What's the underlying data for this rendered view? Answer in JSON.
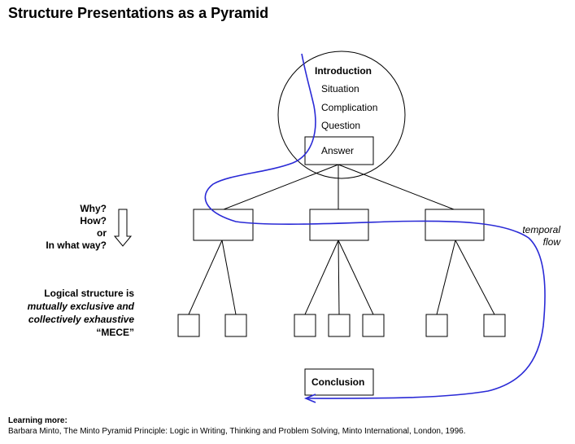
{
  "title": "Structure Presentations as a Pyramid",
  "intro": {
    "heading": "Introduction",
    "items": [
      "Situation",
      "Complication",
      "Question"
    ],
    "answer": "Answer"
  },
  "left_labels": {
    "questions": [
      "Why?",
      "How?",
      "or",
      "In what way?"
    ],
    "logic": {
      "heading": "Logical structure is",
      "lines": [
        "mutually exclusive and",
        "collectively exhaustive"
      ],
      "acronym": "“MECE”"
    }
  },
  "temporal": [
    "temporal",
    "flow"
  ],
  "conclusion": "Conclusion",
  "footer": {
    "label": "Learning more:",
    "citation": "Barbara Minto, The Minto Pyramid Principle: Logic in Writing, Thinking and Problem Solving, Minto International, London, 1996."
  }
}
